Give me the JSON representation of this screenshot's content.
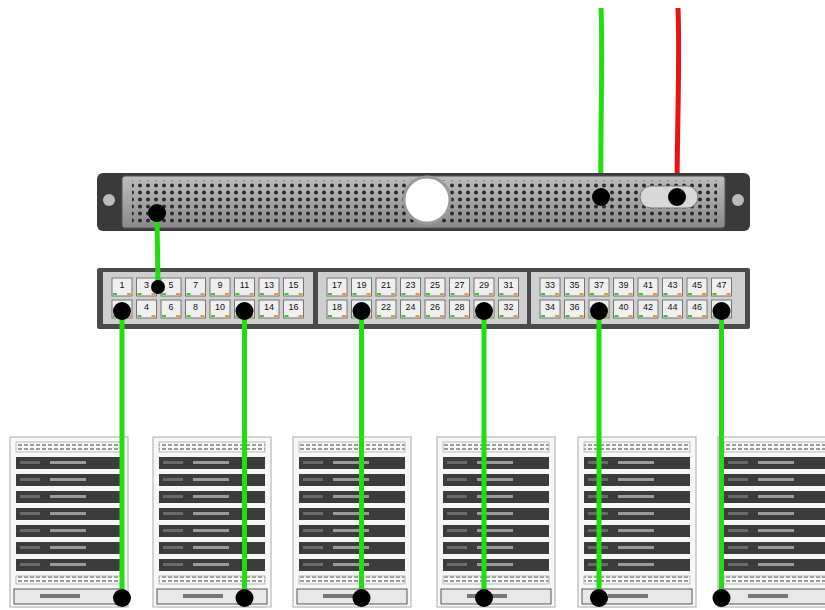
{
  "diagram": {
    "labels": [
      "1",
      "3",
      "5",
      "7",
      "9",
      "11",
      "13",
      "15",
      "17",
      "19",
      "21",
      "23",
      "25",
      "27",
      "29",
      "31",
      "33",
      "35",
      "37",
      "39",
      "41",
      "43",
      "45",
      "47",
      "4",
      "6",
      "8",
      "10",
      "14",
      "16",
      "18",
      "22",
      "24",
      "26",
      "28",
      "32",
      "34",
      "36",
      "40",
      "42",
      "44",
      "46"
    ]
  }
}
